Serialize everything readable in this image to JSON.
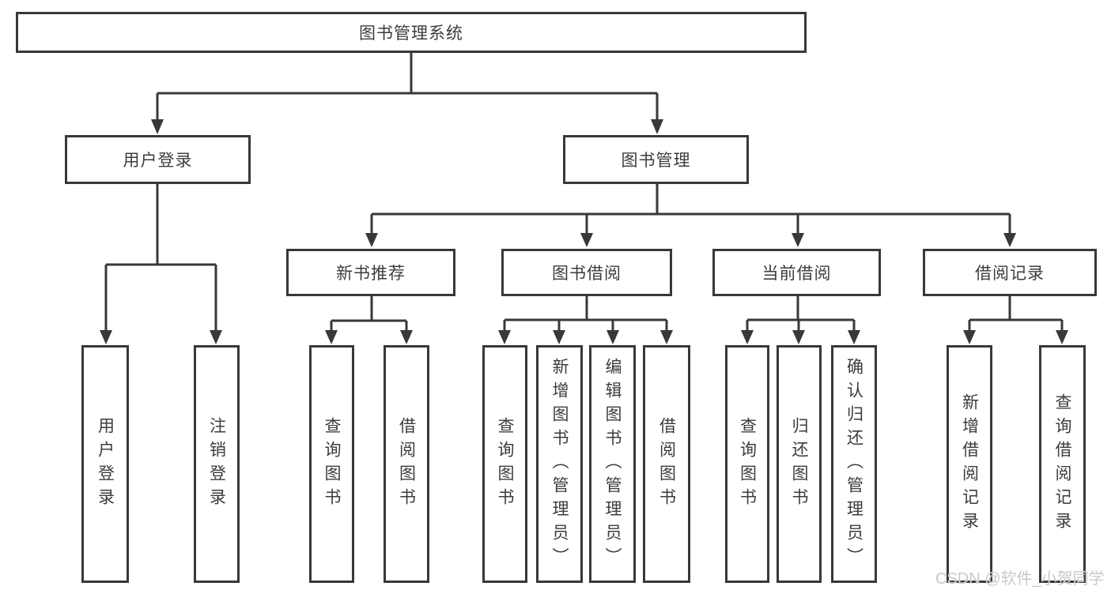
{
  "diagram": {
    "root": {
      "label": "图书管理系统"
    },
    "user_login": {
      "label": "用户登录",
      "children": [
        "用户登录",
        "注销登录"
      ]
    },
    "book_management": {
      "label": "图书管理",
      "sections": {
        "new_books": {
          "label": "新书推荐",
          "children": [
            "查询图书",
            "借阅图书"
          ]
        },
        "book_borrow": {
          "label": "图书借阅",
          "children": [
            "查询图书",
            "新增图书（管理员）",
            "编辑图书（管理员）",
            "借阅图书"
          ]
        },
        "current_borrow": {
          "label": "当前借阅",
          "children": [
            "查询图书",
            "归还图书",
            "确认归还（管理员）"
          ]
        },
        "borrow_records": {
          "label": "借阅记录",
          "children": [
            "新增借阅记录",
            "查询借阅记录"
          ]
        }
      }
    }
  },
  "watermark": {
    "text": "CSDN @软件_小贺同学"
  },
  "colors": {
    "line": "#383838",
    "text": "#3c3c3c",
    "background": "#ffffff",
    "watermark": "#c9c9c9"
  }
}
